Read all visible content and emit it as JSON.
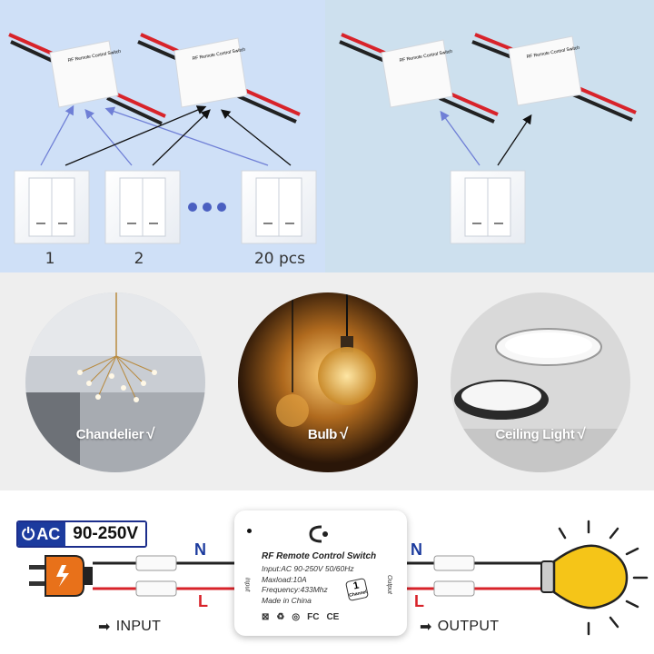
{
  "top_left": {
    "remote_labels": [
      "1",
      "2",
      "20 pcs"
    ]
  },
  "circles": [
    {
      "label": "Chandelier",
      "check": "√"
    },
    {
      "label": "Bulb",
      "check": "√"
    },
    {
      "label": "Ceiling Light",
      "check": "√"
    }
  ],
  "wiring": {
    "ac_label": "AC",
    "voltage": "90-250V",
    "neutral_in": "N",
    "live_in": "L",
    "neutral_out": "N",
    "live_out": "L",
    "input_label": "INPUT",
    "output_label": "OUTPUT",
    "input_arrow": "➡",
    "output_arrow": "➡"
  },
  "switch": {
    "title": "RF Remote Control Switch",
    "specs": [
      "Input:AC 90-250V 50/60Hz",
      "Maxload:10A",
      "Frequency:433Mhz",
      "Made in China"
    ],
    "input_side": "Input",
    "output_side": "Output",
    "channel_number": "1",
    "channel_word": "Channel",
    "certs": [
      "FC",
      "CE"
    ]
  },
  "colors": {
    "left_panel_bg": "#cfe0f7",
    "right_panel_bg": "#cde0ee",
    "wire_red": "#d8232a",
    "wire_black": "#222222",
    "neutral_letter": "#1c3b9e",
    "live_letter": "#d8232a",
    "arrow_blue": "#6f7fd6",
    "bulb_yellow": "#f5c518",
    "plug_orange": "#e8711a"
  }
}
